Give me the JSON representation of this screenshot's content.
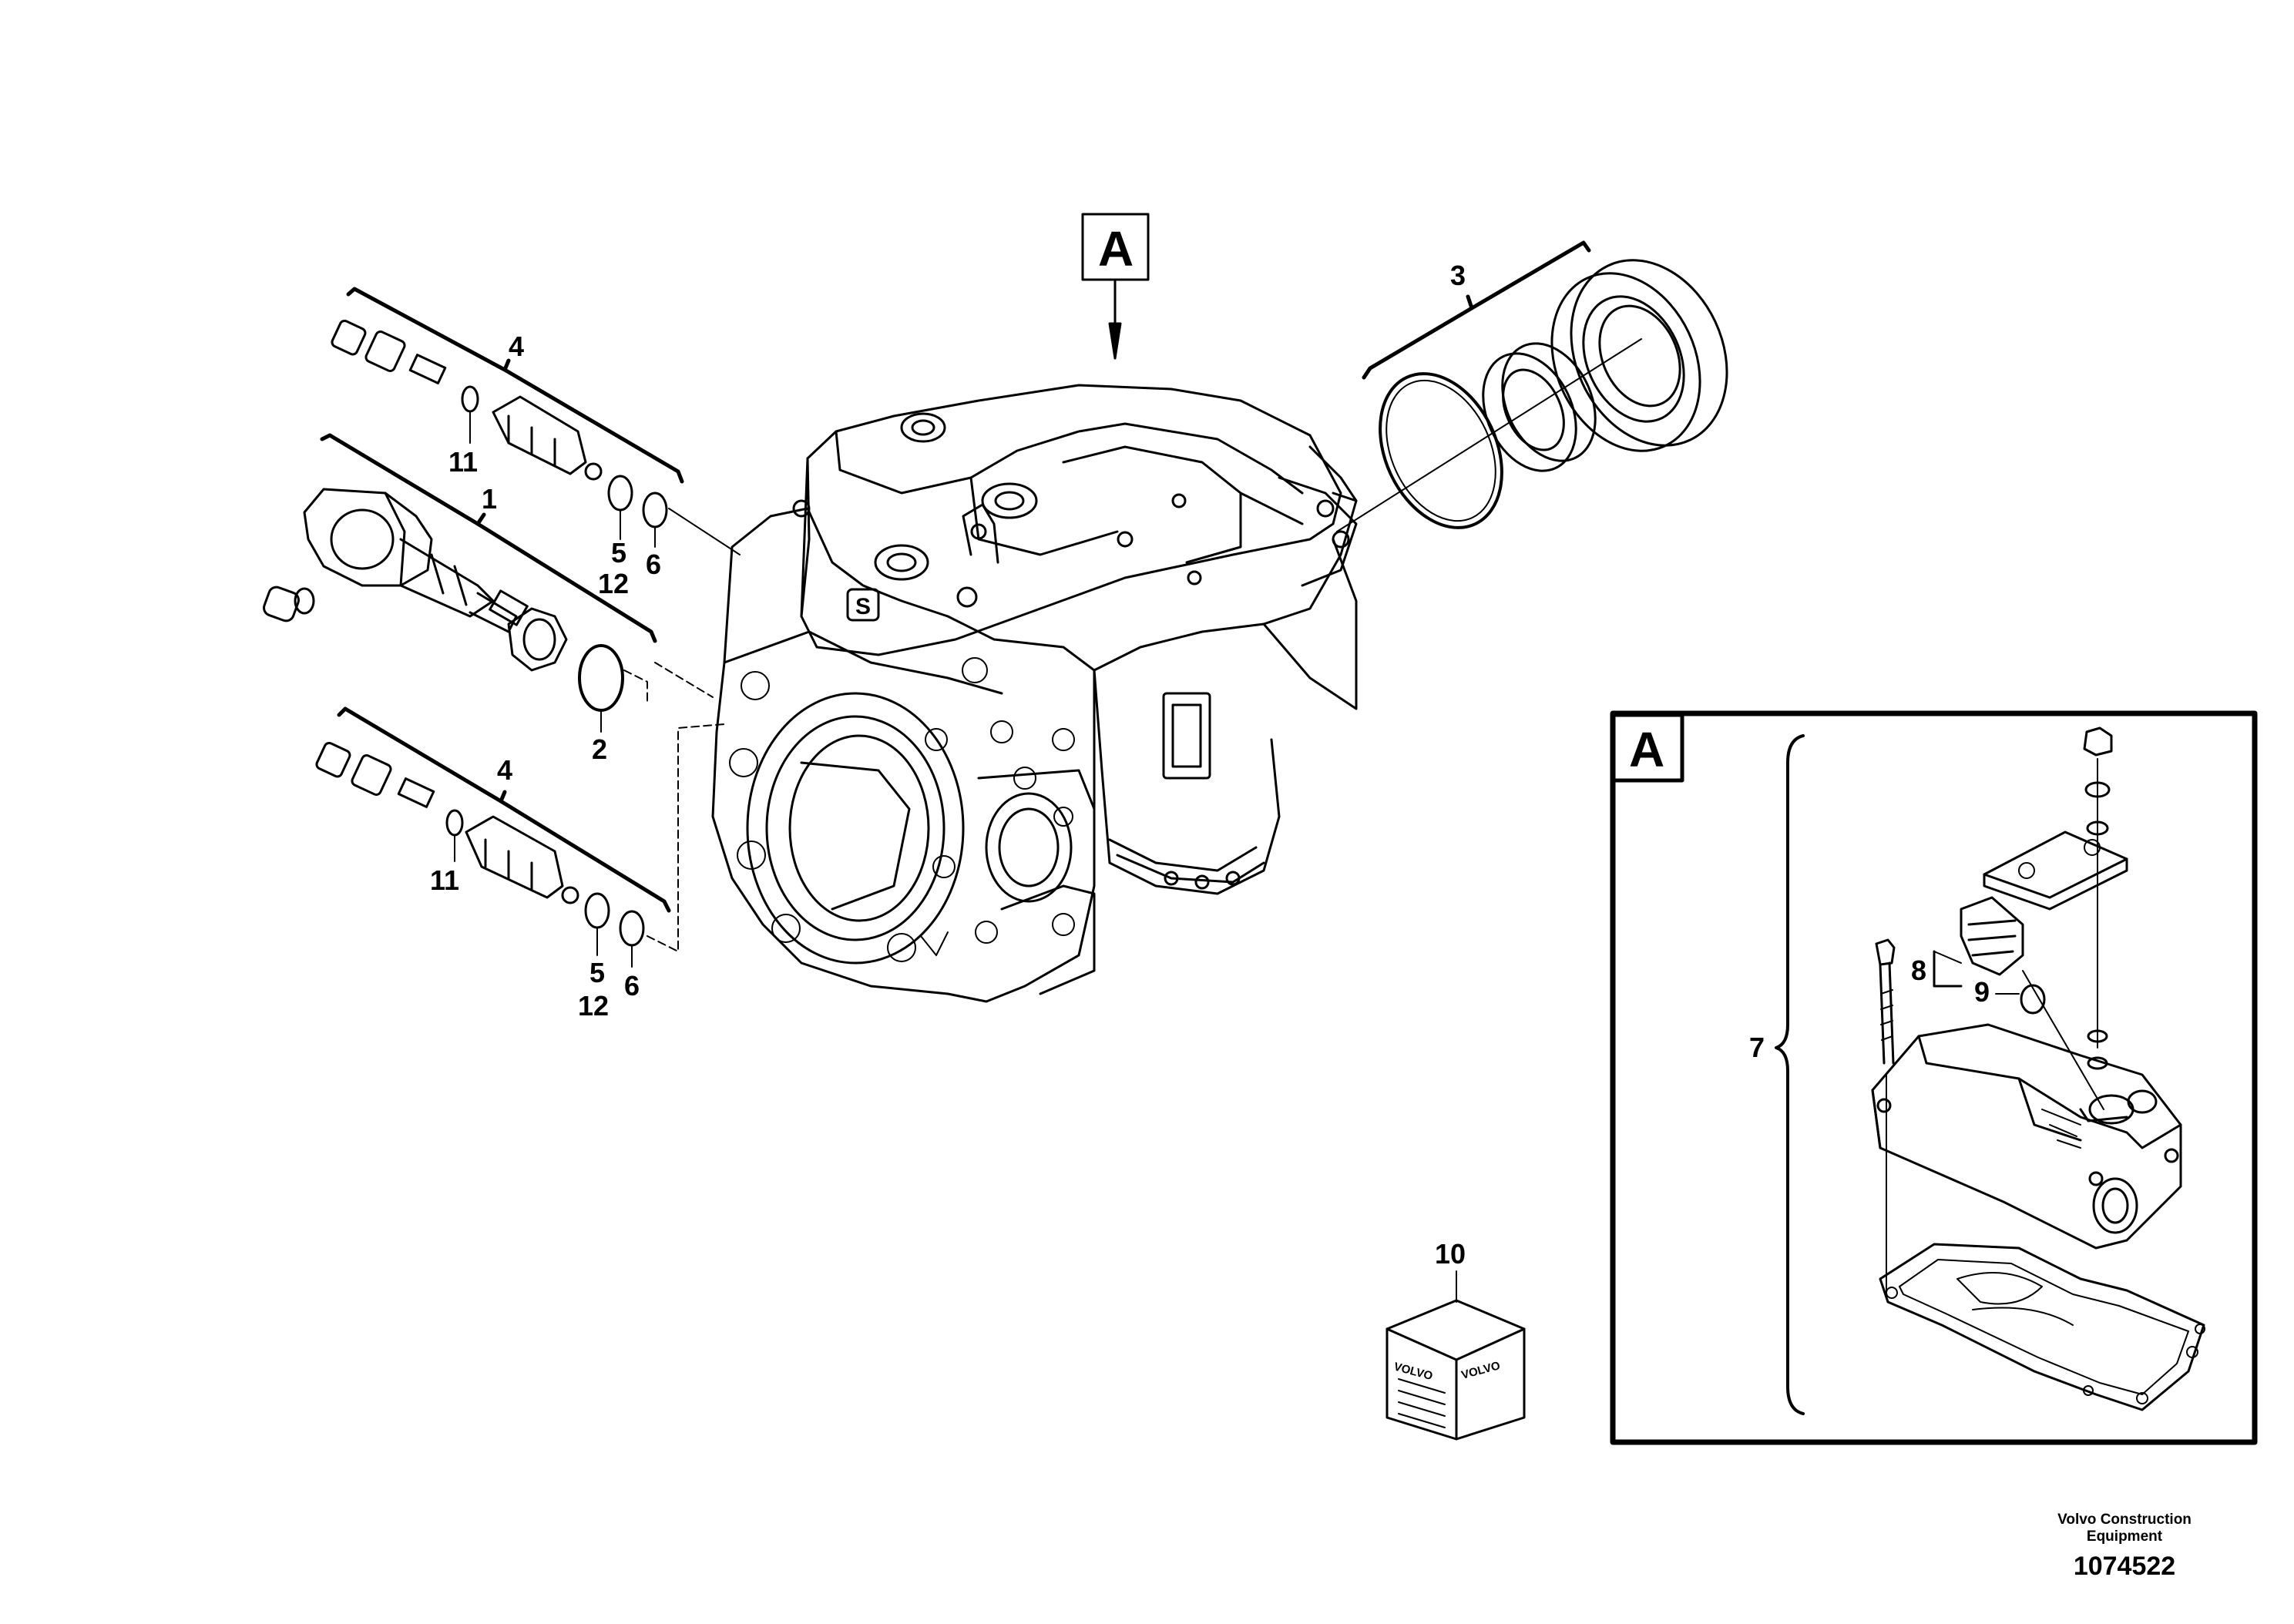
{
  "callouts": {
    "c1": "1",
    "c2": "2",
    "c3": "3",
    "c4_top": "4",
    "c4_bottom": "4",
    "c5_top": "5",
    "c5_bottom": "5",
    "c6_top": "6",
    "c6_bottom": "6",
    "c7": "7",
    "c8": "8",
    "c9": "9",
    "c10": "10",
    "c11_top": "11",
    "c11_bottom": "11",
    "c12_top": "12",
    "c12_bottom": "12"
  },
  "view_marker": {
    "main_label": "A",
    "detail_label": "A"
  },
  "product_box": {
    "brand_text": "VOLVO"
  },
  "footer": {
    "brand_line1": "Volvo Construction",
    "brand_line2": "Equipment",
    "doc_number": "1074522"
  }
}
